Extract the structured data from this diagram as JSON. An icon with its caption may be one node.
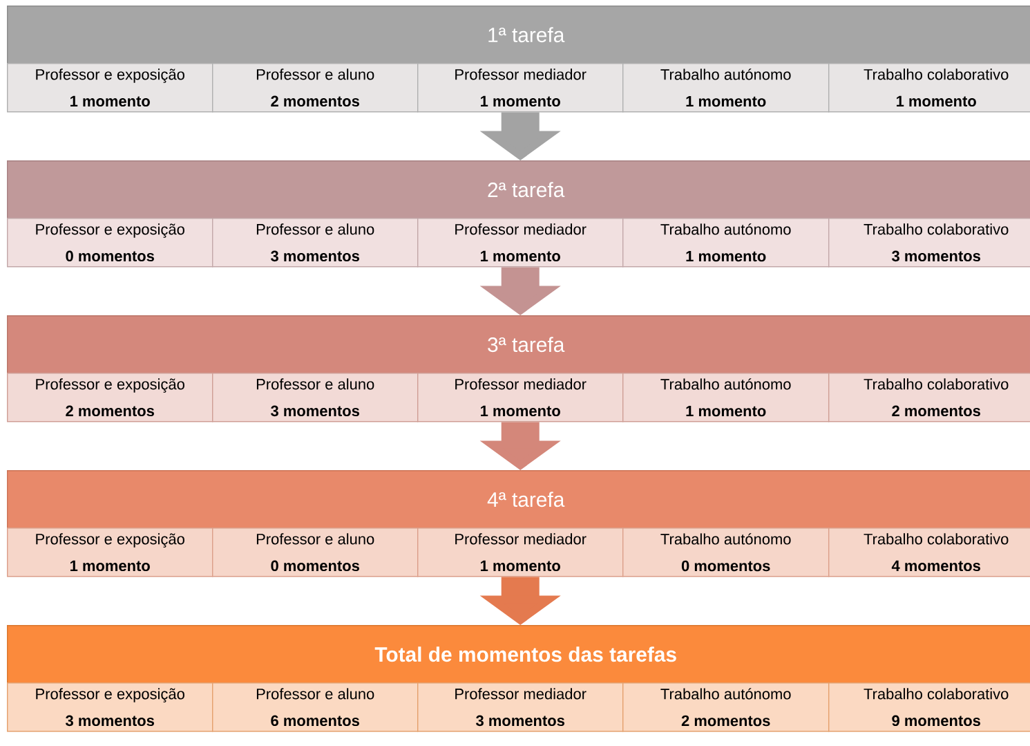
{
  "diagram": {
    "nodes": [
      {
        "text": [
          "1ª tarefa"
        ]
      },
      {
        "text": [
          "Professor e exposição",
          "1 momento"
        ]
      },
      {
        "text": [
          "Professor e aluno",
          "2 momentos"
        ]
      },
      {
        "text": [
          "Professor mediador",
          "1 momento"
        ]
      },
      {
        "text": [
          "Trabalho autónomo",
          "1 momento"
        ]
      },
      {
        "text": [
          "Trabalho colaborativo",
          "1 momento"
        ]
      },
      {
        "text": [
          "2ª tarefa"
        ]
      },
      {
        "text": [
          "Professor e exposição",
          "0 momentos"
        ]
      },
      {
        "text": [
          "Professor e aluno",
          "3 momentos"
        ]
      },
      {
        "text": [
          "Professor mediador",
          "1 momento"
        ]
      },
      {
        "text": [
          "Trabalho autónomo",
          "1 momento"
        ]
      },
      {
        "text": [
          "Trabalho colaborativo",
          "3 momentos"
        ]
      },
      {
        "text": [
          "3ª tarefa"
        ]
      },
      {
        "text": [
          "Professor e exposição",
          "2 momentos"
        ]
      },
      {
        "text": [
          "Professor e aluno",
          "3 momentos"
        ]
      },
      {
        "text": [
          "Professor mediador",
          "1 momento"
        ]
      },
      {
        "text": [
          "Trabalho autónomo",
          "1 momento"
        ]
      },
      {
        "text": [
          "Trabalho colaborativo",
          "2 momentos"
        ]
      },
      {
        "text": [
          "4ª tarefa"
        ]
      },
      {
        "text": [
          "Professor e exposição",
          "1 momento"
        ]
      },
      {
        "text": [
          "Professor e aluno",
          "0 momentos"
        ]
      },
      {
        "text": [
          "Professor mediador",
          "1 momento"
        ]
      },
      {
        "text": [
          "Trabalho autónomo",
          "0 momentos"
        ]
      },
      {
        "text": [
          "Trabalho colaborativo",
          "4 momentos"
        ]
      },
      {
        "text": [
          "Total de momentos das tarefas"
        ]
      },
      {
        "text": [
          "Professor e exposição",
          "3 momentos"
        ]
      },
      {
        "text": [
          "Professor e aluno",
          "6 momentos"
        ]
      },
      {
        "text": [
          "Professor mediador",
          "3 momentos"
        ]
      },
      {
        "text": [
          "Trabalho autónomo",
          "2 momentos"
        ]
      },
      {
        "text": [
          "Trabalho colaborativo",
          "9 momentos"
        ]
      }
    ],
    "edges": [
      {
        "from": 3,
        "to": 6,
        "arrow": "to",
        "color": "#a3a3a3"
      },
      {
        "from": 9,
        "to": 12,
        "arrow": "to",
        "color": "#c49392"
      },
      {
        "from": 15,
        "to": 18,
        "arrow": "to",
        "color": "#d4877a"
      },
      {
        "from": 21,
        "to": 24,
        "arrow": "to",
        "color": "#e47a4f"
      }
    ]
  }
}
